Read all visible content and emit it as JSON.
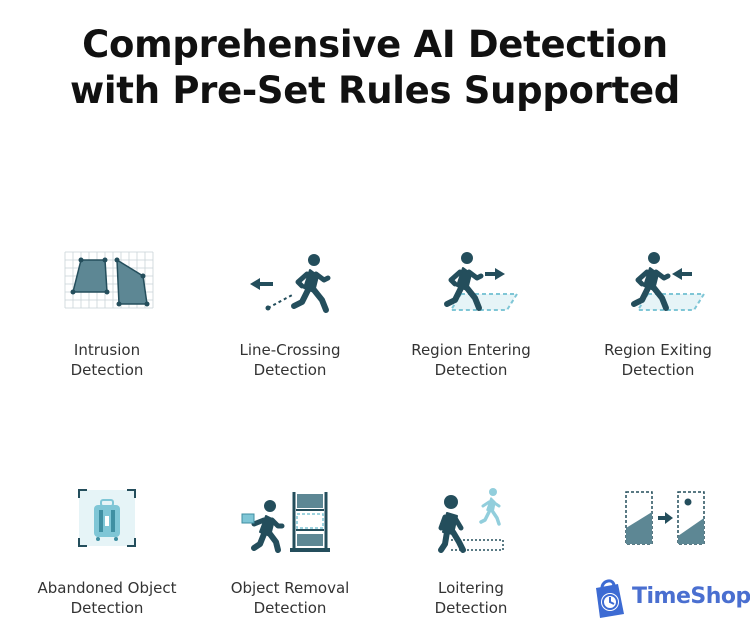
{
  "header": {
    "title_line1": "Comprehensive AI Detection",
    "title_line2": "with Pre-Set Rules Supported"
  },
  "features": [
    {
      "line1": "Intrusion",
      "line2": "Detection",
      "icon": "intrusion-detection-icon"
    },
    {
      "line1": "Line-Crossing",
      "line2": "Detection",
      "icon": "line-crossing-icon"
    },
    {
      "line1": "Region Entering",
      "line2": "Detection",
      "icon": "region-entering-icon"
    },
    {
      "line1": "Region Exiting",
      "line2": "Detection",
      "icon": "region-exiting-icon"
    },
    {
      "line1": "Abandoned Object",
      "line2": "Detection",
      "icon": "abandoned-object-icon"
    },
    {
      "line1": "Object Removal",
      "line2": "Detection",
      "icon": "object-removal-icon"
    },
    {
      "line1": "Loitering",
      "line2": "Detection",
      "icon": "loitering-icon"
    },
    {
      "line1": "",
      "line2": "",
      "icon": "scene-change-icon"
    }
  ],
  "watermark": {
    "text": "TimeShop",
    "icon": "shopping-bag-clock-icon"
  },
  "colors": {
    "icon_dark": "#244e5c",
    "icon_fill": "#5d8794",
    "accent_light": "#7fc6d6",
    "brand_blue": "#4a6fd0"
  }
}
